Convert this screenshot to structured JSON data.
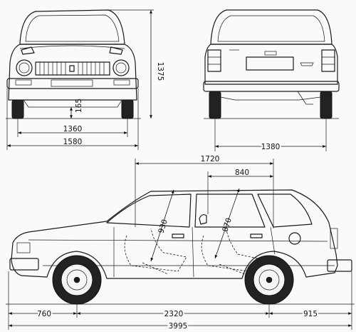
{
  "dimensions": {
    "front_height": "1375",
    "ground_clearance": "165",
    "front_track": "1360",
    "front_width": "1580",
    "rear_track": "1380",
    "interior_length": "1720",
    "rear_interior": "840",
    "front_seat_height": "930",
    "rear_seat_height": "870",
    "front_overhang": "760",
    "wheelbase": "2320",
    "rear_overhang": "915",
    "overall_length": "3995"
  }
}
